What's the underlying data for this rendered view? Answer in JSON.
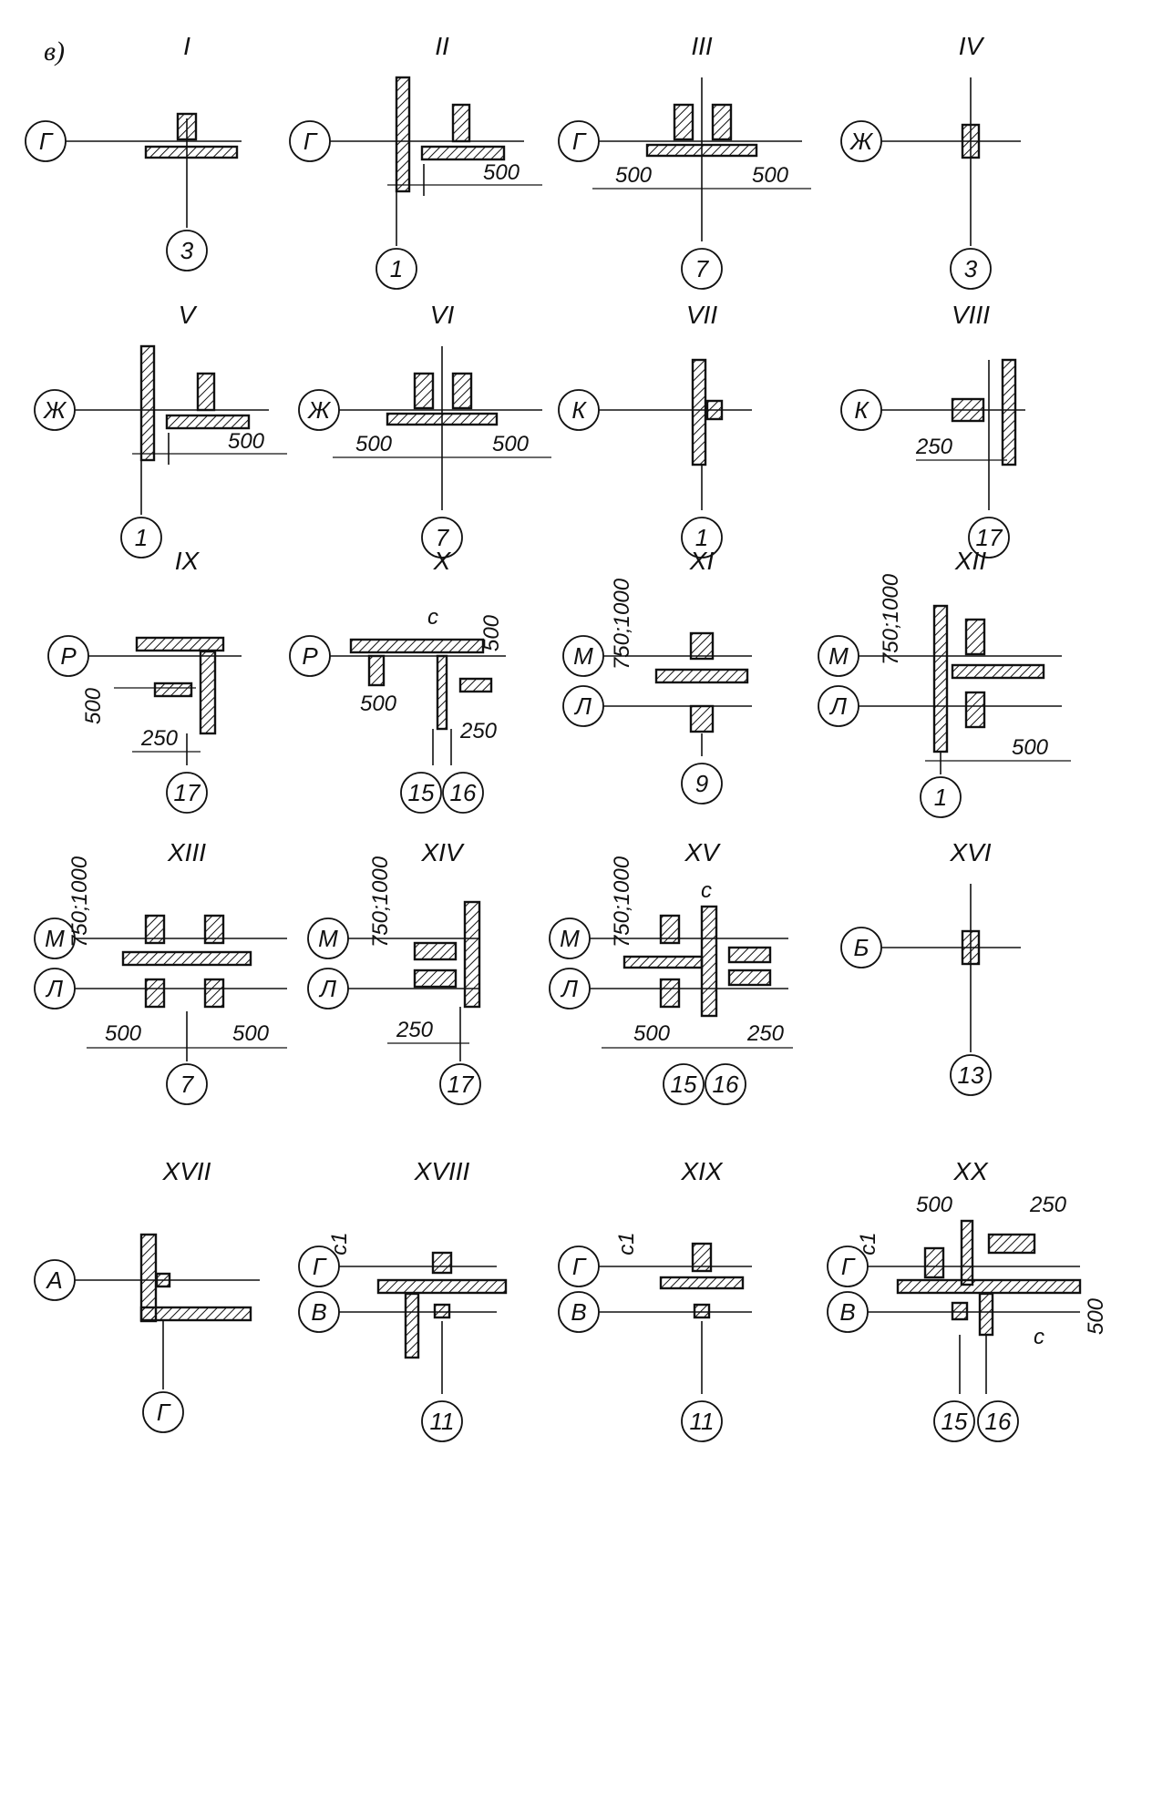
{
  "sheet": {
    "label": "в)"
  },
  "details": [
    {
      "roman": "I",
      "type": "simple",
      "axis_h": "Г",
      "axis_v": "3",
      "dims": []
    },
    {
      "roman": "II",
      "type": "wall-col",
      "axis_h": "Г",
      "axis_v": "1",
      "dims": [
        "500"
      ]
    },
    {
      "roman": "III",
      "type": "two-col",
      "axis_h": "Г",
      "axis_v": "7",
      "dims": [
        "500",
        "500"
      ]
    },
    {
      "roman": "IV",
      "type": "col",
      "axis_h": "Ж",
      "axis_v": "3",
      "dims": []
    },
    {
      "roman": "V",
      "type": "wall-col",
      "axis_h": "Ж",
      "axis_v": "1",
      "dims": [
        "500"
      ]
    },
    {
      "roman": "VI",
      "type": "two-col",
      "axis_h": "Ж",
      "axis_v": "7",
      "dims": [
        "500",
        "500"
      ]
    },
    {
      "roman": "VII",
      "type": "wall-right",
      "axis_h": "К",
      "axis_v": "1",
      "dims": []
    },
    {
      "roman": "VIII",
      "type": "col-wall",
      "axis_h": "К",
      "axis_v": "17",
      "dims": [
        "250"
      ]
    },
    {
      "roman": "IX",
      "type": "corner",
      "axis_h": "Р",
      "axis_v": "17",
      "dims": [
        "500",
        "250"
      ]
    },
    {
      "roman": "X",
      "type": "joint",
      "axis_h": "Р",
      "axis_v": "15",
      "axis_v2": "16",
      "dims": [
        "с",
        "500",
        "500",
        "250"
      ]
    },
    {
      "roman": "XI",
      "type": "double",
      "axis_h": "М",
      "axis_h2": "Л",
      "axis_v": "9",
      "dims": [
        "750;1000"
      ]
    },
    {
      "roman": "XII",
      "type": "double-wall",
      "axis_h": "М",
      "axis_h2": "Л",
      "axis_v": "1",
      "dims": [
        "750;1000",
        "500"
      ]
    },
    {
      "roman": "XIII",
      "type": "double-two",
      "axis_h": "М",
      "axis_h2": "Л",
      "axis_v": "7",
      "dims": [
        "750;1000",
        "500",
        "500"
      ]
    },
    {
      "roman": "XIV",
      "type": "double-colwall",
      "axis_h": "М",
      "axis_h2": "Л",
      "axis_v": "17",
      "dims": [
        "750;1000",
        "250"
      ]
    },
    {
      "roman": "XV",
      "type": "double-joint",
      "axis_h": "М",
      "axis_h2": "Л",
      "axis_v": "15",
      "axis_v2": "16",
      "dims": [
        "750;1000",
        "с",
        "500",
        "250"
      ]
    },
    {
      "roman": "XVI",
      "type": "col",
      "axis_h": "Б",
      "axis_v": "13",
      "dims": []
    },
    {
      "roman": "XVII",
      "type": "l-corner",
      "axis_h": "А",
      "axis_v": "Г",
      "dims": []
    },
    {
      "roman": "XVIII",
      "type": "t-beam",
      "axis_h": "Г",
      "axis_h2": "В",
      "axis_v": "11",
      "dims": [
        "c1"
      ]
    },
    {
      "roman": "XIX",
      "type": "slab-col",
      "axis_h": "Г",
      "axis_h2": "В",
      "axis_v": "11",
      "dims": [
        "c1"
      ]
    },
    {
      "roman": "XX",
      "type": "complex",
      "axis_h": "Г",
      "axis_h2": "В",
      "axis_v": "15",
      "axis_v2": "16",
      "dims": [
        "500",
        "250",
        "c1",
        "500",
        "с"
      ]
    }
  ],
  "colors": {
    "ink": "#111111",
    "paper": "#ffffff"
  }
}
